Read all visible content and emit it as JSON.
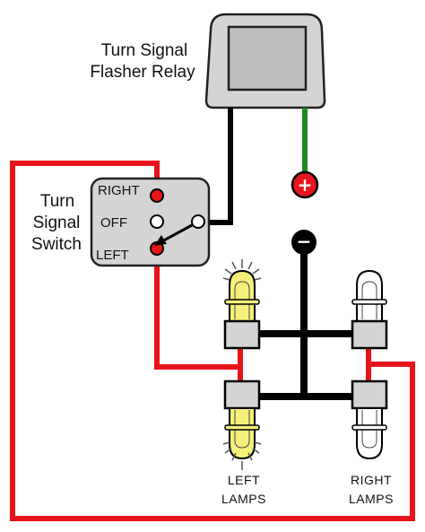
{
  "relay": {
    "line1": "Turn Signal",
    "line2": "Flasher Relay"
  },
  "switch": {
    "line1": "Turn",
    "line2": "Signal",
    "line3": "Switch",
    "pos_right": "RIGHT",
    "pos_off": "OFF",
    "pos_left": "LEFT"
  },
  "positive_terminal": "+",
  "ground": "−",
  "left_lamps": {
    "line1": "LEFT",
    "line2": "LAMPS"
  },
  "right_lamps": {
    "line1": "RIGHT",
    "line2": "LAMPS"
  },
  "colors": {
    "wire_red": "#e8141c",
    "wire_black": "#000000",
    "wire_green": "#1e8a1e",
    "relay_body": "#d4d4d4",
    "switch_body": "#d4d4d4",
    "lamp_lit": "#f4f07a",
    "lamp_unlit": "#ffffff"
  }
}
